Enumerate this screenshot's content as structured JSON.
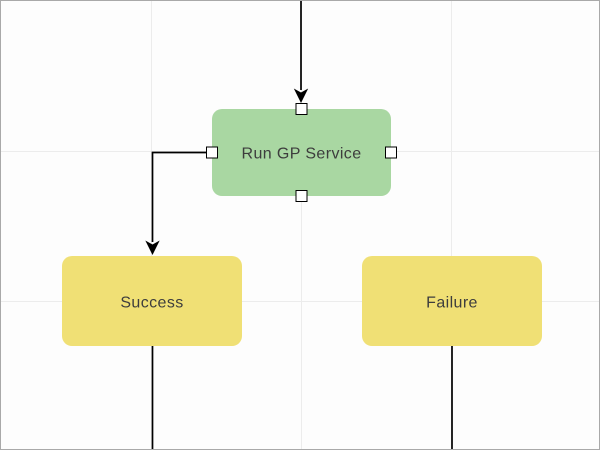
{
  "diagram": {
    "type": "flowchart-editor-canvas",
    "nodes": {
      "run_gp": {
        "label": "Run GP Service",
        "fill": "#a9d7a2",
        "selected": true,
        "handles_visible": true
      },
      "success": {
        "label": "Success",
        "fill": "#f0e075",
        "selected": false
      },
      "failure": {
        "label": "Failure",
        "fill": "#f0e075",
        "selected": false
      }
    },
    "edges": [
      {
        "from": "offscreen-top",
        "to": "run_gp",
        "arrow": true
      },
      {
        "from": "run_gp",
        "via": "left-port-elbow",
        "to": "success",
        "arrow": true
      },
      {
        "from": "success",
        "to": "offscreen-bottom",
        "arrow": false
      },
      {
        "from": "failure",
        "to": "offscreen-bottom",
        "arrow": false
      }
    ],
    "colors": {
      "canvas_background": "#fdfdfd",
      "canvas_border": "#a9a9a9",
      "grid_line": "#ececec",
      "connector": "#000000",
      "node_green": "#a9d7a2",
      "node_yellow": "#f0e075",
      "label_text": "#3d3d3d",
      "handle_fill": "#ffffff",
      "handle_border": "#000000"
    },
    "grid": {
      "vertical_lines_x": [
        150,
        300,
        450
      ],
      "horizontal_lines_y": [
        150,
        300
      ]
    }
  }
}
